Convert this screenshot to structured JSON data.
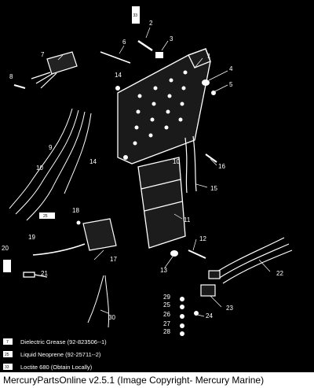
{
  "diagram": {
    "callouts": [
      "1",
      "2",
      "3",
      "4",
      "5",
      "6",
      "7",
      "8",
      "9",
      "10",
      "11",
      "12",
      "13",
      "14",
      "15",
      "16",
      "17",
      "18",
      "19",
      "20",
      "21",
      "22",
      "23",
      "24",
      "25",
      "26",
      "27",
      "28",
      "29",
      "30"
    ],
    "callout_10": "10",
    "callout_14": "14",
    "callout_25": "25",
    "tube_label": "33"
  },
  "legend": [
    {
      "icon": "7",
      "text": "Dielectric Grease (92-823506--1)"
    },
    {
      "icon": "25",
      "text": "Liquid Neoprene (92-25711--2)"
    },
    {
      "icon": "33",
      "text": "Loctite 680 (Obtain Locally)"
    }
  ],
  "footer": {
    "text": "MercuryPartsOnline v2.5.1 (Image Copyright- Mercury Marine)"
  },
  "colors": {
    "background": "#000000",
    "line": "#ffffff",
    "footer_bg": "#ffffff"
  }
}
